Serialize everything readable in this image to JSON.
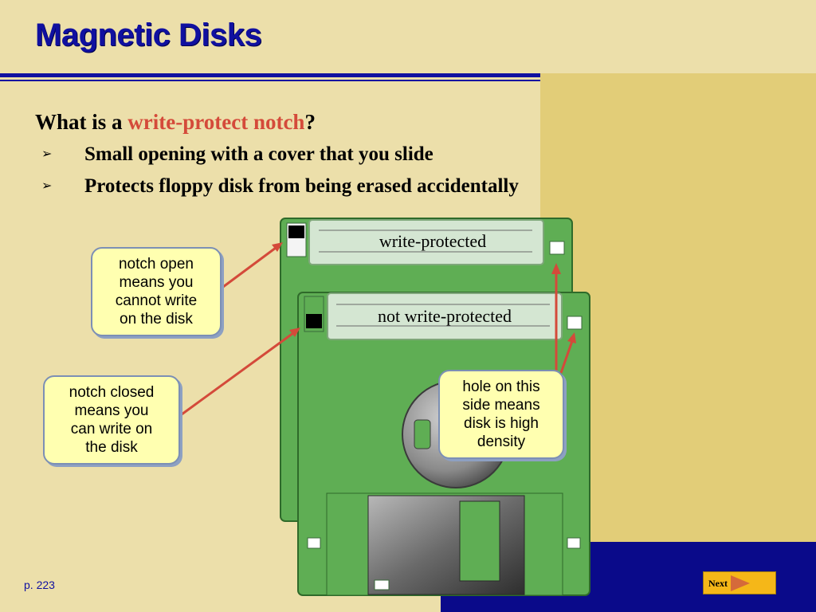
{
  "slide": {
    "title": "Magnetic Disks",
    "question": {
      "prefix": "What is a ",
      "highlight": "write-protect notch",
      "suffix": "?"
    },
    "bullets": [
      "Small opening with a cover that you slide",
      "Protects floppy disk from being erased accidentally"
    ],
    "disk_labels": {
      "back": "write-protected",
      "front": "not write-protected"
    },
    "callouts": {
      "notch_open": [
        "notch open",
        "means you",
        "cannot write",
        "on the disk"
      ],
      "notch_closed": [
        "notch closed",
        "means you",
        "can write on",
        "the disk"
      ],
      "hole": [
        "hole on this",
        "side means",
        "disk is high",
        "density"
      ]
    },
    "page_number": "p. 223",
    "next_label": "Next"
  },
  "colors": {
    "title": "#1010a0",
    "highlight": "#d44a3a",
    "disk_green": "#5fae54",
    "callout_fill": "#ffffb0",
    "arrow": "#d44a3a",
    "next_button": "#f5b718"
  }
}
